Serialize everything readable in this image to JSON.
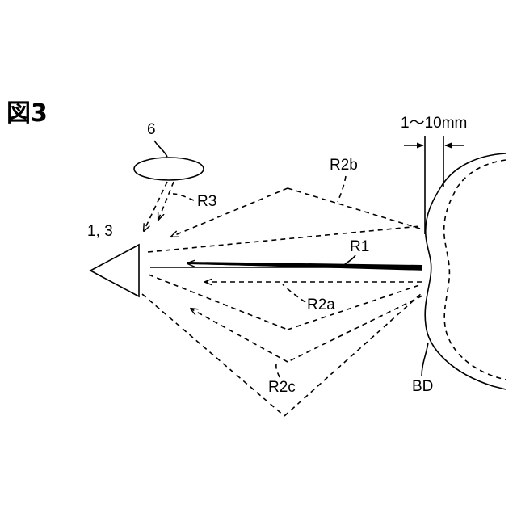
{
  "figure": {
    "title": "図3",
    "labels": {
      "emitter": "1, 3",
      "object": "6",
      "r3": "R3",
      "r2b": "R2b",
      "r1": "R1",
      "r2a": "R2a",
      "r2c": "R2c",
      "bd": "BD",
      "gap": "1～10mm"
    }
  }
}
